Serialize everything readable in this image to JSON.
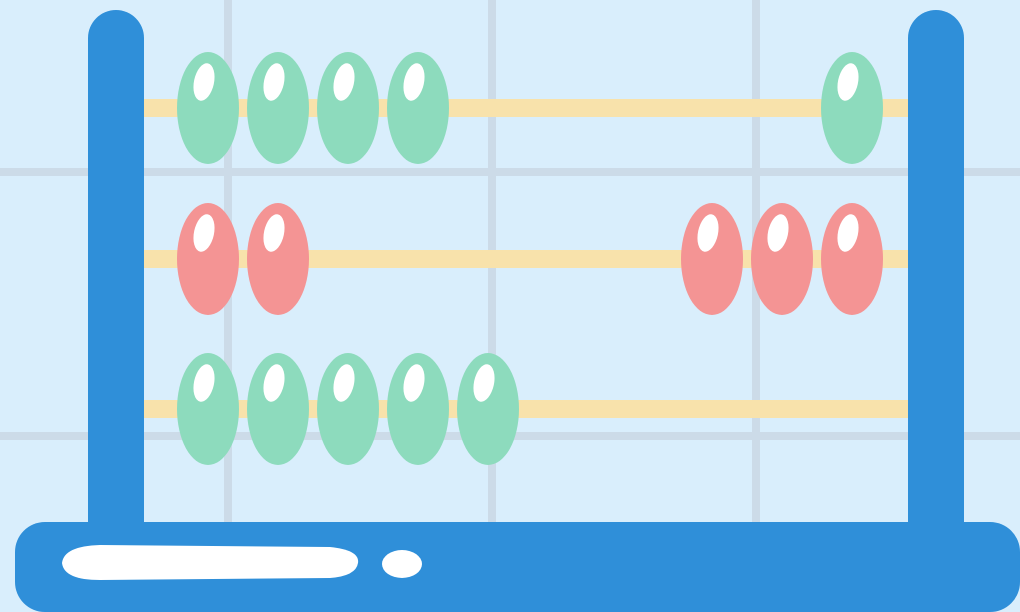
{
  "colors": {
    "background": "#d9eefc",
    "grid": "#ccdbe8",
    "frame": "#2f8fd9",
    "rod": "#f8e2ab",
    "bead_green": "#8ddbbd",
    "bead_red": "#f49494",
    "highlight": "#ffffff"
  },
  "abacus": {
    "rows": [
      {
        "color": "green",
        "left_count": 4,
        "right_count": 1
      },
      {
        "color": "red",
        "left_count": 2,
        "right_count": 3
      },
      {
        "color": "green",
        "left_count": 5,
        "right_count": 0
      }
    ]
  }
}
